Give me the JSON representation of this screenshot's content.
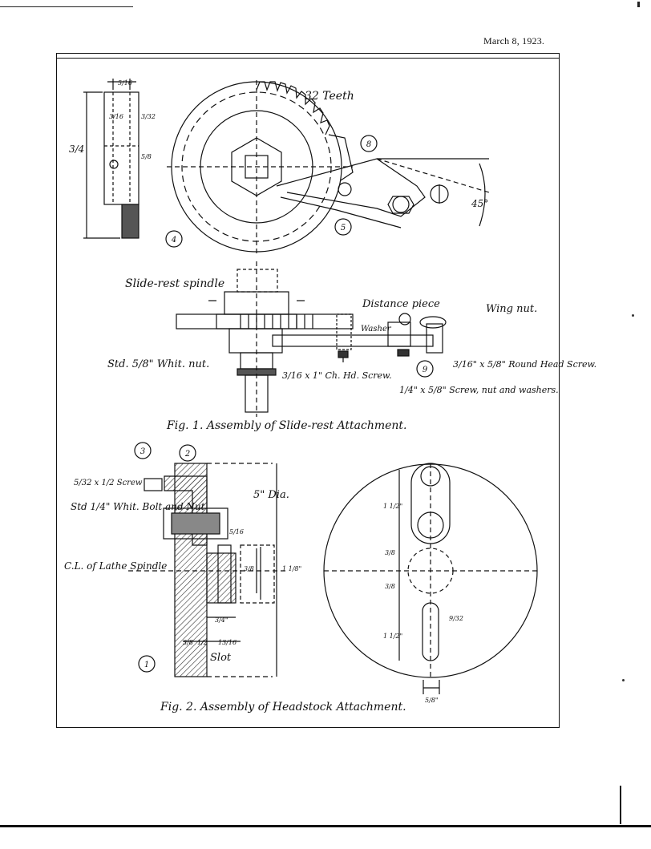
{
  "header": {
    "date": "March 8, 1923."
  },
  "fig1": {
    "caption": "Fig. 1. Assembly of Slide-rest Attachment.",
    "labels": {
      "teeth": "32 Teeth",
      "angle": "45°",
      "slide_rest_spindle": "Slide-rest spindle",
      "distance_piece": "Distance piece",
      "wing_nut": "Wing nut.",
      "washer": "Washer",
      "std_nut": "Std. 5/8\" Whit. nut.",
      "ch_screw": "3/16 x 1\" Ch. Hd. Screw.",
      "round_head": "3/16\" x 5/8\" Round Head Screw.",
      "screw_nut": "1/4\" x 5/8\" Screw, nut and washers."
    },
    "dims": {
      "d1": "5/16",
      "d2": "3/16",
      "d3": "3/32",
      "d4": "3/4",
      "d5": "5/8"
    },
    "callouts": [
      "8",
      "5",
      "4",
      "9"
    ]
  },
  "fig2": {
    "caption": "Fig. 2. Assembly of Headstock Attachment.",
    "labels": {
      "screw": "5/32 x 1/2 Screw",
      "dia": "5\" Dia.",
      "bolt_nut": "Std 1/4\" Whit. Bolt and Nut",
      "cl": "C.L. of Lathe Spindle",
      "slot": "Slot"
    },
    "dims": {
      "a": "5/16",
      "b": "3/8",
      "c": "1 1/8\"",
      "d": "3/4\"",
      "e": "3/8",
      "f": "1/2",
      "g": "13/16",
      "h": "1 1/2\"",
      "i": "3/8",
      "j": "3/8",
      "k": "9/32",
      "l": "1 1/2\"",
      "m": "5/8\""
    },
    "callouts": [
      "3",
      "2",
      "1"
    ]
  }
}
